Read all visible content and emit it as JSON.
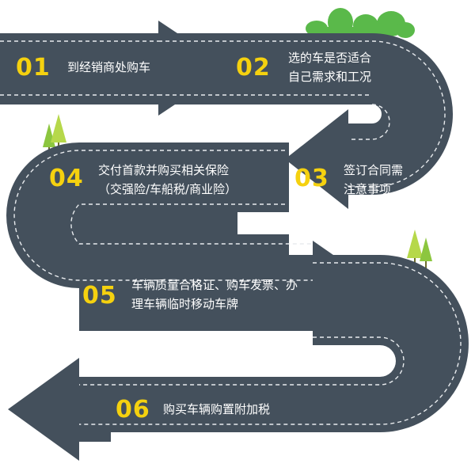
{
  "colors": {
    "road": "#44505c",
    "dash": "#e8ebee",
    "number": "#f5d10f",
    "text": "#ffffff",
    "tree": "#8cc63f",
    "trunk": "#6d6d2e",
    "bush": "#5ab94a"
  },
  "steps": [
    {
      "num": "01",
      "lines": [
        "到经销商处购车"
      ]
    },
    {
      "num": "02",
      "lines": [
        "选的车是否适合",
        "自己需求和工况"
      ]
    },
    {
      "num": "03",
      "lines": [
        "签订合同需",
        "注意事项"
      ]
    },
    {
      "num": "04",
      "lines": [
        "交付首款并购买相关保险",
        "（交强险/车船税/商业险）"
      ]
    },
    {
      "num": "05",
      "lines": [
        "车辆质量合格证、购车发票、办",
        "理车辆临时移动车牌"
      ]
    },
    {
      "num": "06",
      "lines": [
        "购买车辆购置附加税"
      ]
    }
  ]
}
